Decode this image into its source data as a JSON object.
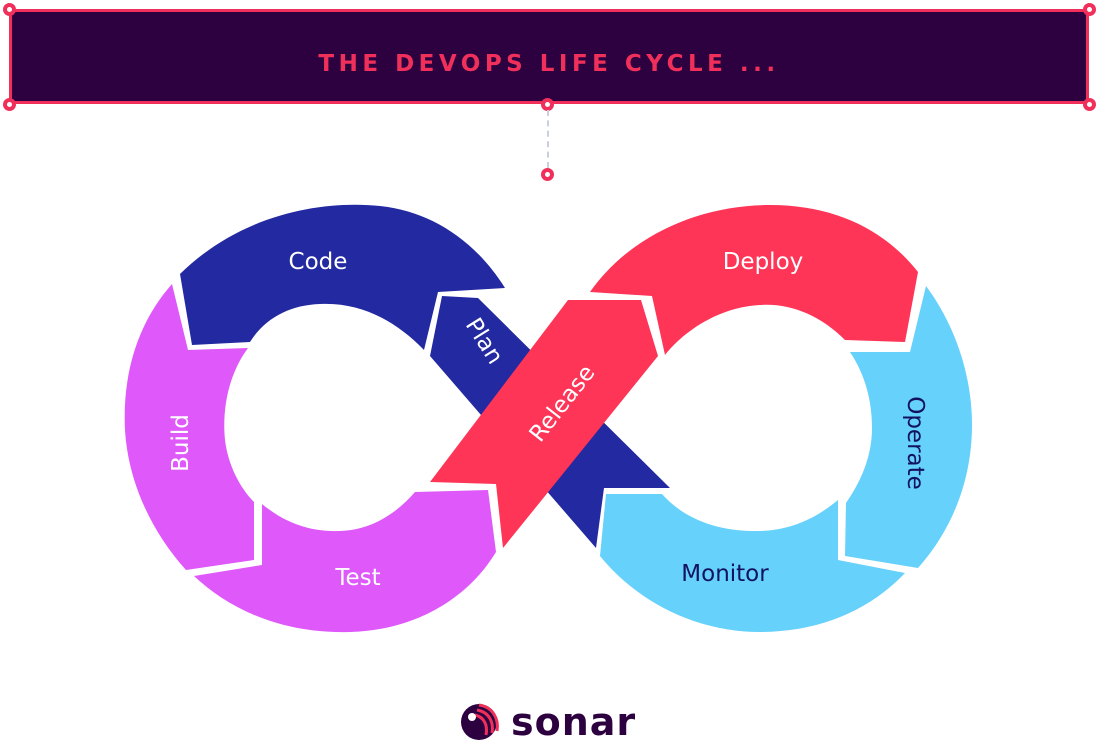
{
  "header": {
    "title": "THE DEVOPS LIFE CYCLE ...",
    "background_color": "#2d0140",
    "accent_color": "#f0305a"
  },
  "diagram": {
    "type": "infinity-loop",
    "stages": [
      {
        "id": "plan",
        "label": "Plan",
        "color": "#2329a0",
        "text_color": "#ffffff"
      },
      {
        "id": "code",
        "label": "Code",
        "color": "#2329a0",
        "text_color": "#ffffff"
      },
      {
        "id": "build",
        "label": "Build",
        "color": "#de58fa",
        "text_color": "#ffffff"
      },
      {
        "id": "test",
        "label": "Test",
        "color": "#de58fa",
        "text_color": "#ffffff"
      },
      {
        "id": "release",
        "label": "Release",
        "color": "#fe3557",
        "text_color": "#ffffff"
      },
      {
        "id": "deploy",
        "label": "Deploy",
        "color": "#fe3557",
        "text_color": "#ffffff"
      },
      {
        "id": "operate",
        "label": "Operate",
        "color": "#66d1fb",
        "text_color": "#12135e"
      },
      {
        "id": "monitor",
        "label": "Monitor",
        "color": "#66d1fb",
        "text_color": "#12135e"
      }
    ]
  },
  "footer": {
    "logo_text": "sonar",
    "logo_icon": "sonar-logo-icon"
  }
}
